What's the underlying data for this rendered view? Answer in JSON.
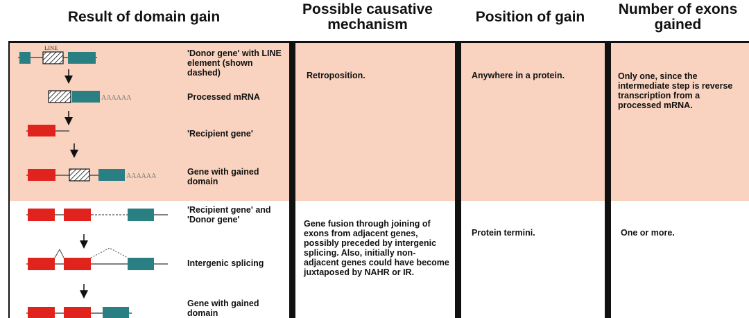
{
  "headers": {
    "result": "Result of domain gain",
    "mechanism": "Possible causative mechanism",
    "position": "Position of gain",
    "exons": "Number of exons gained"
  },
  "colors": {
    "upper_band": "#f9d3bf",
    "exon_red": "#e0231c",
    "exon_teal": "#2a7f82",
    "divider": "#111111"
  },
  "row1": {
    "diagram_labels": [
      "LINE",
      "AAAAAA",
      "AAAAAA"
    ],
    "step_labels": [
      "'Donor gene' with LINE element (shown dashed)",
      "Processed mRNA",
      "'Recipient gene'",
      "Gene with gained domain"
    ],
    "mechanism": "Retroposition.",
    "position": "Anywhere in a protein.",
    "exons": "Only one, since the intermediate step is reverse transcription from a processed mRNA."
  },
  "row2": {
    "step_labels": [
      "'Recipient gene' and 'Donor gene'",
      "Intergenic splicing",
      "Gene with gained domain"
    ],
    "mechanism": "Gene fusion through joining of exons from adjacent genes, possibly preceded by intergenic splicing. Also, initially non-adjacent genes could have become juxtaposed by NAHR or IR.",
    "position": "Protein termini.",
    "exons": "One or more."
  }
}
